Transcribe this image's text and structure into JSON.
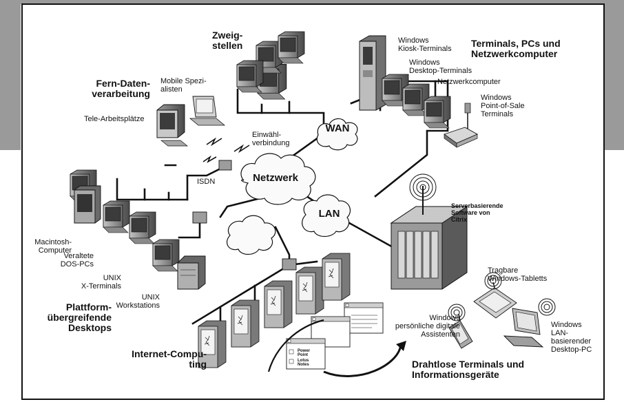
{
  "labels": {
    "zweigstellen": "Zweig-\nstellen",
    "terminals_heading": "Terminals, PCs und\nNetzwerkcomputer",
    "windows_kiosk": "Windows\nKiosk-Terminals",
    "windows_desktop": "Windows\nDesktop-Terminals",
    "netzwerkcomputer": "Netzwerkcomputer",
    "windows_pos": "Windows\nPoint-of-Sale\nTerminals",
    "fern_daten": "Fern-Daten-\nverarbeitung",
    "mobile_spezialisten": "Mobile Spezi-\nalisten",
    "tele_arbeitsplaetze": "Tele-Arbeitsplätze",
    "einwahl": "Einwähl-\nverbindung",
    "isdn": "ISDN",
    "serverbasierende": "Serverbasierende\nSoftware von\nCitrix",
    "macintosh": "Macintosh-\nComputer",
    "veraltete_dos": "Veraltete\nDOS-PCs",
    "unix_x": "UNIX\nX-Terminals",
    "unix_ws": "UNIX\nWorkstations",
    "plattform": "Plattform-\nübergreifende\nDesktops",
    "internet_computing": "Internet-Compu-\nting",
    "tragbare": "Tragbare\nWindows-Tabletts",
    "windows_pda": "Windows\npersönliche digitale\nAssistenten",
    "windows_lan": "Windows\nLAN-\nbasierender\nDesktop-PC",
    "drahtlose": "Drahtlose Terminals und\nInformationsgeräte",
    "power_point": "Power\nPoint",
    "lotus_notes": "Lotus\nNotes"
  },
  "clouds": {
    "wan": "WAN",
    "netzwerk": "Netzwerk",
    "lan": "LAN"
  }
}
